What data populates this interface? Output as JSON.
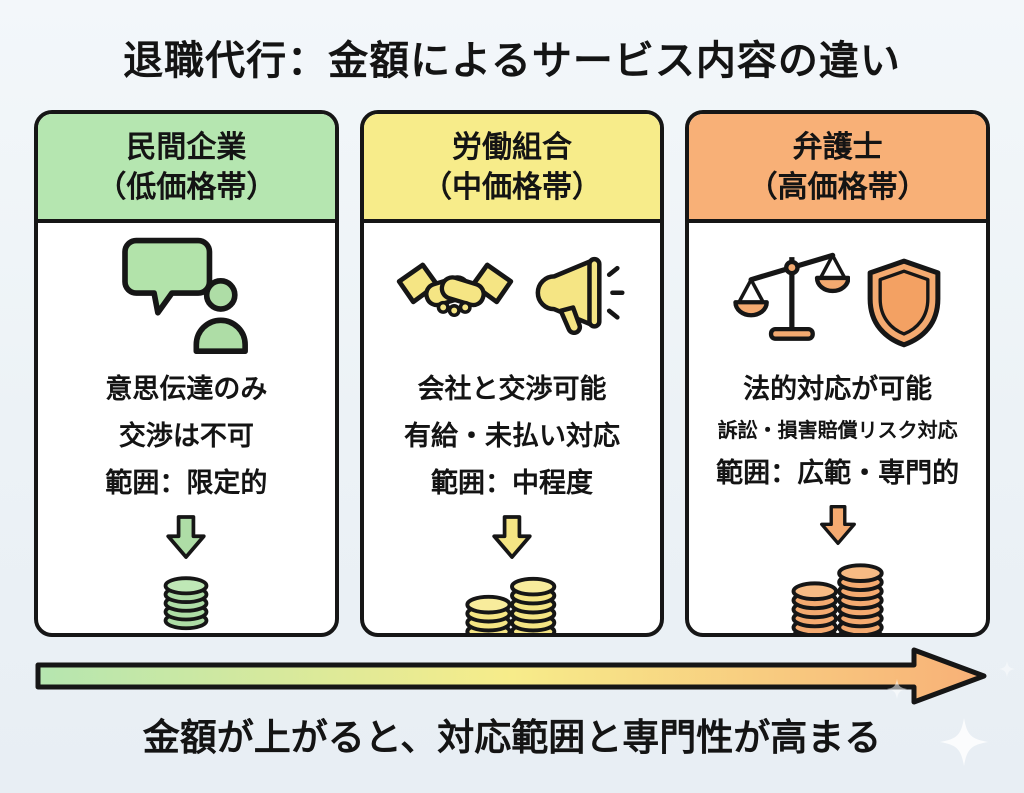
{
  "title": "退職代行：金額によるサービス内容の違い",
  "footer": "金額が上がると、対応範囲と専門性が高まる",
  "gradient_colors": [
    "#b5e6b0",
    "#f7ec8a",
    "#f8b077"
  ],
  "columns": [
    {
      "name": "民間企業",
      "price_band": "（低価格帯）",
      "header_color": "#b5e6b0",
      "accent_color": "#aedda6",
      "icons": [
        "speech-bubble-icon",
        "person-icon"
      ],
      "lines": [
        "意思伝達のみ",
        "交渉は不可",
        "範囲：限定的"
      ],
      "coin_stacks": [
        5
      ]
    },
    {
      "name": "労働組合",
      "price_band": "（中価格帯）",
      "header_color": "#f7ec8a",
      "accent_color": "#f5e584",
      "icons": [
        "handshake-icon",
        "megaphone-icon"
      ],
      "lines": [
        "会社と交渉可能",
        "有給・未払い対応",
        "範囲：中程度"
      ],
      "coin_stacks": [
        5,
        7
      ]
    },
    {
      "name": "弁護士",
      "price_band": "（高価格帯）",
      "header_color": "#f8b077",
      "accent_color": "#f4aa70",
      "icons": [
        "scale-icon",
        "shield-icon"
      ],
      "lines": [
        "法的対応が可能",
        "訴訟・損害賠償リスク対応",
        "範囲：広範・専門的"
      ],
      "coin_stacks": [
        8,
        10
      ]
    }
  ]
}
